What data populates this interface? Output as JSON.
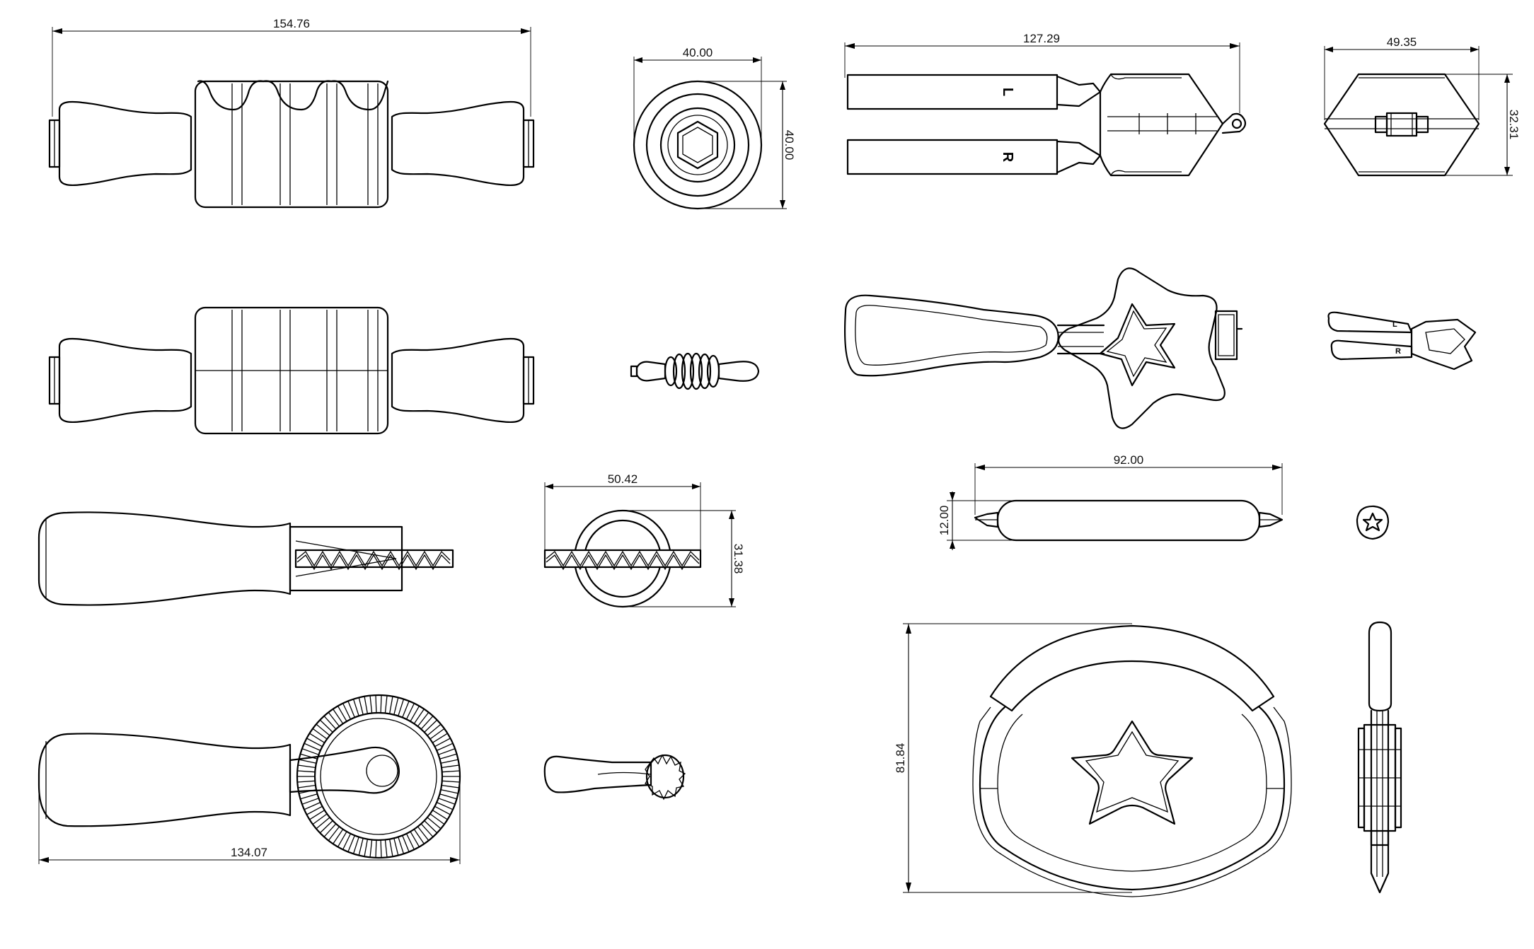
{
  "sheet": {
    "background": "#ffffff",
    "line_color": "#000000"
  },
  "dimensions": {
    "roller_length": "154.76",
    "roller_end_width": "40.00",
    "roller_end_height": "40.00",
    "tongs_length": "127.29",
    "tongs_end_width": "49.35",
    "tongs_end_height": "32.31",
    "crimper_end_width": "50.42",
    "crimper_end_height": "31.38",
    "pin_length": "92.00",
    "pin_diameter": "12.00",
    "wheel_cutter_length": "134.07",
    "scraper_height": "81.84"
  },
  "labels": {
    "tongs_left": "L",
    "tongs_right": "R",
    "tongs_iso_left": "L",
    "tongs_iso_right": "R"
  }
}
